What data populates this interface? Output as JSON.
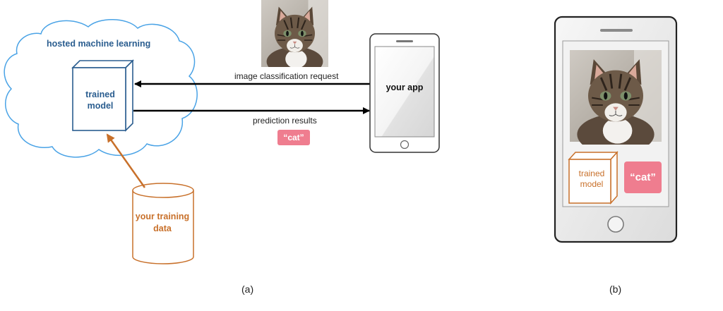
{
  "panel_a": {
    "cloud_title": "hosted machine learning",
    "trained_model": "trained model",
    "training_data": "your training data",
    "request_label": "image classification request",
    "results_label": "prediction results",
    "prediction": "“cat”",
    "app_label": "your app",
    "caption": "(a)"
  },
  "panel_b": {
    "trained_model": "trained model",
    "prediction": "“cat”",
    "caption": "(b)"
  },
  "colors": {
    "cloud": "#4aa3e6",
    "model_blue": "#2a5d8f",
    "data_orange": "#c8702a",
    "badge_pink": "#ef7d8f"
  }
}
